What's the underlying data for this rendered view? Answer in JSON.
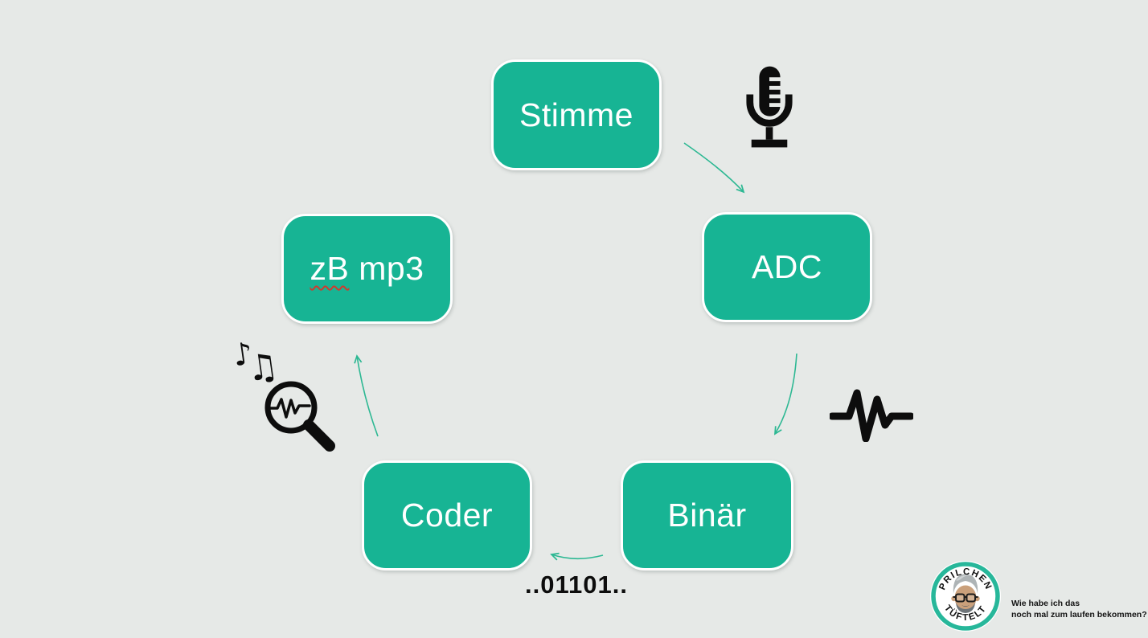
{
  "slide": {
    "type": "presentation-diagram",
    "colors": {
      "background": "#e6e9e7",
      "node_fill": "#17b494",
      "node_text": "#ffffff",
      "arrow": "#2db893",
      "icon": "#0d0d0d",
      "misspell_underline": "#cf3b2f",
      "logo_ring": "#27b79a"
    }
  },
  "nodes": [
    {
      "id": "stimme",
      "label": "Stimme"
    },
    {
      "id": "adc",
      "label": "ADC"
    },
    {
      "id": "binaer",
      "label": "Binär"
    },
    {
      "id": "coder",
      "label": "Coder"
    },
    {
      "id": "mp3",
      "label_underlined": "zB",
      "label_rest": "mp3"
    }
  ],
  "annotations": {
    "binary_string": "..01101.."
  },
  "icons": {
    "microphone": "microphone-icon",
    "waveform": "audio-waveform-icon",
    "magnifier": "magnifier-with-waveform-icon",
    "note_single_glyph": "♪",
    "note_double_glyph": "♫"
  },
  "logo": {
    "arc_top": "PRILCHEN",
    "arc_bottom": "TÜFTELT"
  },
  "footer": {
    "line1": "Wie habe ich das",
    "line2": "noch mal zum laufen bekommen?"
  }
}
